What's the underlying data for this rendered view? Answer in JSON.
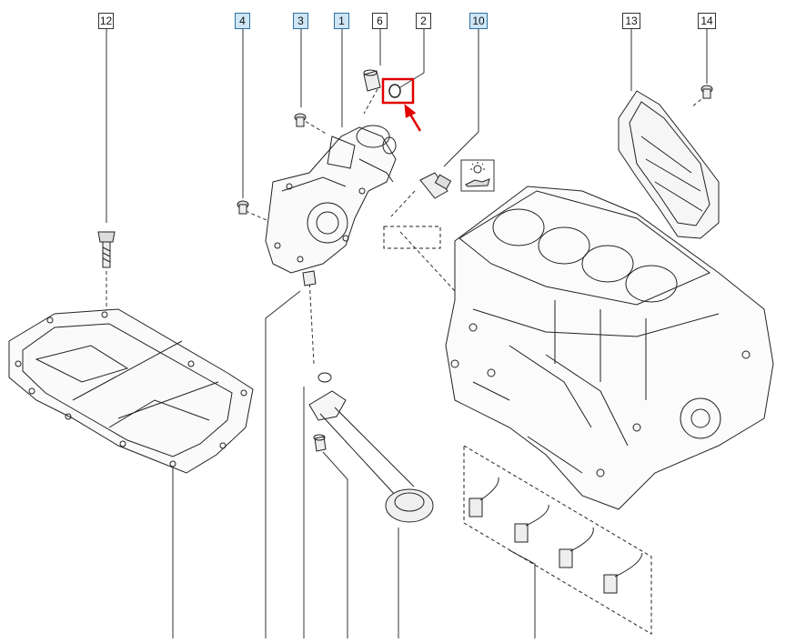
{
  "callouts": [
    {
      "id": "12",
      "style": "plain"
    },
    {
      "id": "4",
      "style": "blue"
    },
    {
      "id": "3",
      "style": "blue"
    },
    {
      "id": "1",
      "style": "blue"
    },
    {
      "id": "6",
      "style": "plain"
    },
    {
      "id": "2",
      "style": "plain"
    },
    {
      "id": "10",
      "style": "blue"
    },
    {
      "id": "13",
      "style": "plain"
    },
    {
      "id": "14",
      "style": "plain"
    }
  ],
  "highlight": {
    "target": "2",
    "color": "#e00000"
  },
  "colors": {
    "line": "#222222",
    "callout_blue": "#cfe6f6",
    "highlight": "#e00000"
  },
  "icons": [
    "oil-pressure-warning-icon"
  ]
}
